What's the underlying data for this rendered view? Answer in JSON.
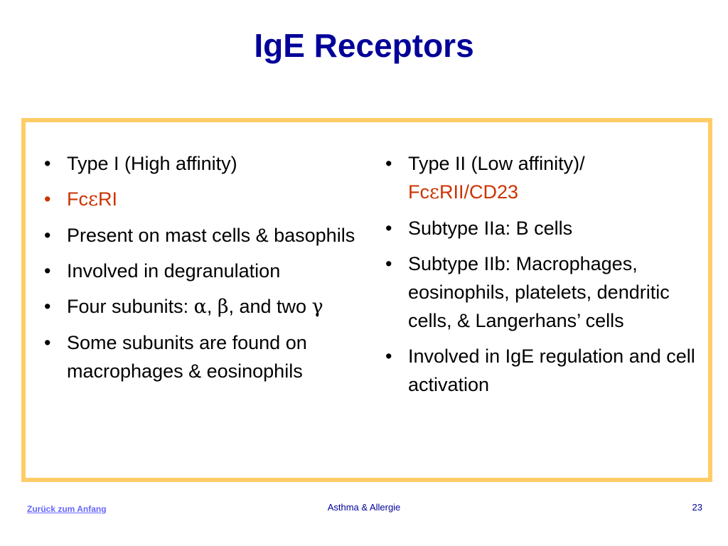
{
  "slide": {
    "title": "IgE Receptors",
    "left_column": {
      "items": [
        {
          "text": "Type I (High affinity)"
        },
        {
          "pre": "Fc",
          "greek": "ε",
          "post": "RI"
        },
        {
          "text": "Present on mast cells & basophils"
        },
        {
          "text": "Involved in degranulation"
        },
        {
          "pre": "Four subunits: ",
          "g1": "α",
          "mid1": ", ",
          "g2": "β",
          "mid2": ", and two ",
          "g3": "γ"
        },
        {
          "text": "Some subunits are found on macrophages & eosinophils"
        }
      ]
    },
    "right_column": {
      "items": [
        {
          "pre": "Type II (Low affinity)/",
          "accent_pre": "Fc",
          "greek": "ε",
          "accent_post": "RII/CD23"
        },
        {
          "text": "Subtype IIa:  B cells"
        },
        {
          "text": "Subtype IIb: Macrophages, eosinophils, platelets, dendritic cells, & Langerhans’ cells"
        },
        {
          "text": "Involved in IgE regulation and cell activation"
        }
      ]
    }
  },
  "footer": {
    "back_link": "Zurück zum Anfang",
    "center_text": "Asthma & Allergie",
    "page_number": "23"
  },
  "colors": {
    "title": "#000099",
    "frame_border": "#ffcc66",
    "accent": "#cc3300",
    "link": "#6666ff"
  }
}
